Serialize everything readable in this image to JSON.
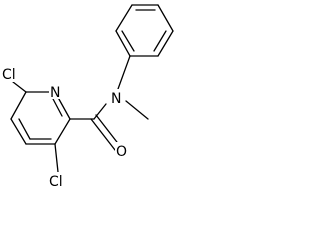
{
  "structure": {
    "atoms": {
      "chlorine_6": "Cl",
      "ring_nitrogen": "N",
      "amide_nitrogen": "N",
      "carbonyl_oxygen": "O",
      "chlorine_3": "Cl"
    }
  }
}
